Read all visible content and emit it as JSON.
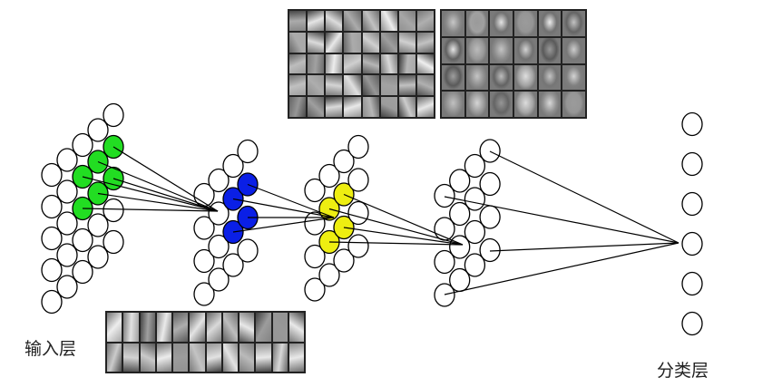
{
  "labels": {
    "input_layer": "输入层",
    "output_layer": "分类层"
  },
  "colors": {
    "layer1_highlight": "#22dd22",
    "layer2_highlight": "#0a1fe6",
    "layer3_highlight": "#eeee11",
    "node_fill": "#ffffff",
    "node_stroke": "#000000"
  },
  "feature_maps": {
    "edges": {
      "rows": 2,
      "cols": 12
    },
    "parts": {
      "rows": 5,
      "cols": 8
    },
    "faces": {
      "rows": 4,
      "cols": 6
    }
  }
}
